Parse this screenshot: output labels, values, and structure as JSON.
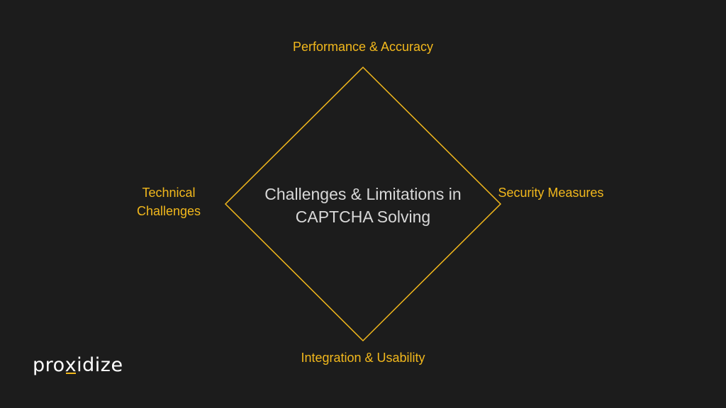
{
  "diagram": {
    "title": "Challenges & Limitations in CAPTCHA Solving",
    "nodes": {
      "top": "Performance & Accuracy",
      "left": "Technical Challenges",
      "right": "Security Measures",
      "bottom": "Integration & Usability"
    }
  },
  "brand": {
    "logo_before_x": "pro",
    "logo_x": "x",
    "logo_after_x": "idize"
  },
  "colors": {
    "background": "#1c1c1c",
    "accent": "#f2b81c",
    "center_text": "#d8d8d8",
    "logo": "#ffffff"
  }
}
